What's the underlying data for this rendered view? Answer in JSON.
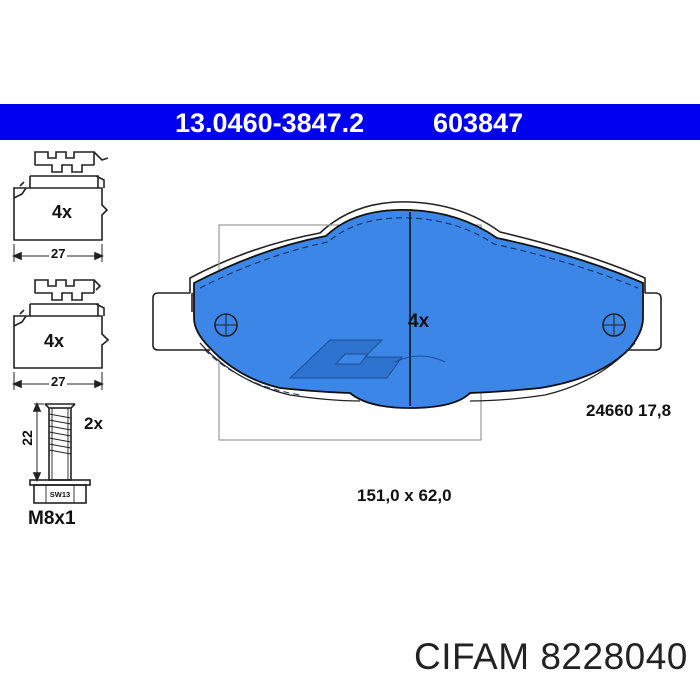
{
  "header": {
    "part_number": "13.0460-3847.2",
    "ref_number": "603847"
  },
  "clips": {
    "top": {
      "qty": "4x",
      "width_dim": "27"
    },
    "bottom": {
      "qty": "4x",
      "width_dim": "27"
    }
  },
  "bolt": {
    "qty": "2x",
    "length_dim": "22",
    "wrench_size": "SW13",
    "thread": "M8x1"
  },
  "pad": {
    "qty": "4x",
    "wva_thickness": "24660 17,8",
    "dimensions": "151,0 x 62,0"
  },
  "footer": {
    "brand_part": "CIFAM 8228040"
  },
  "colors": {
    "banner": "#0000f0",
    "pad_fill": "#3b86e6",
    "line": "#222222"
  }
}
